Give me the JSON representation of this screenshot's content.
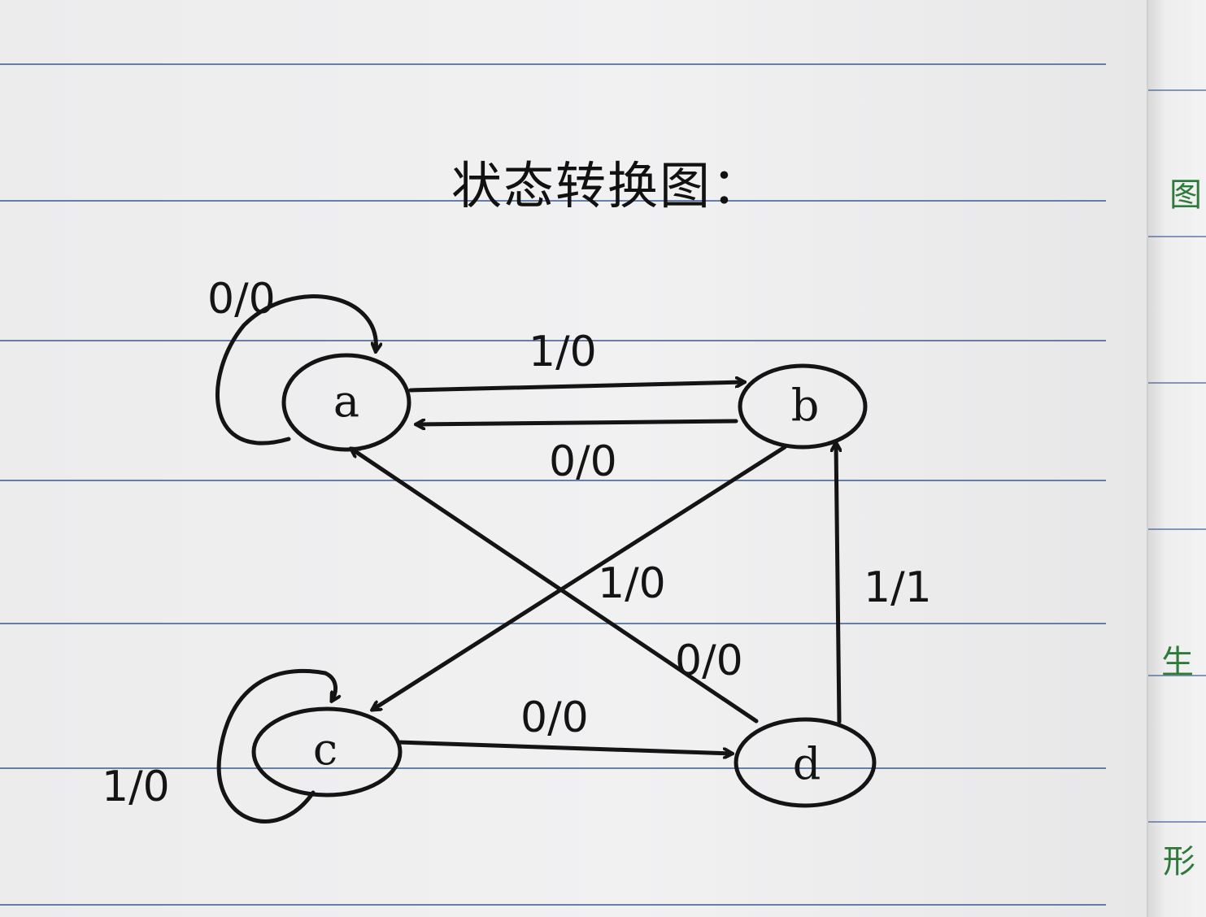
{
  "title": "状态转换图：",
  "states": [
    "a",
    "b",
    "c",
    "d"
  ],
  "transitions": [
    {
      "from": "a",
      "to": "a",
      "label": "0/0"
    },
    {
      "from": "a",
      "to": "b",
      "label": "1/0"
    },
    {
      "from": "b",
      "to": "a",
      "label": "0/0"
    },
    {
      "from": "b",
      "to": "c",
      "label": "1/0"
    },
    {
      "from": "c",
      "to": "c",
      "label": "1/0"
    },
    {
      "from": "c",
      "to": "d",
      "label": "0/0"
    },
    {
      "from": "d",
      "to": "a",
      "label": "0/0"
    },
    {
      "from": "d",
      "to": "b",
      "label": "1/1"
    }
  ],
  "margin_chars": [
    "图",
    "生",
    "形"
  ],
  "ink_color": "#141414",
  "rule_color": "#3a5a8c"
}
